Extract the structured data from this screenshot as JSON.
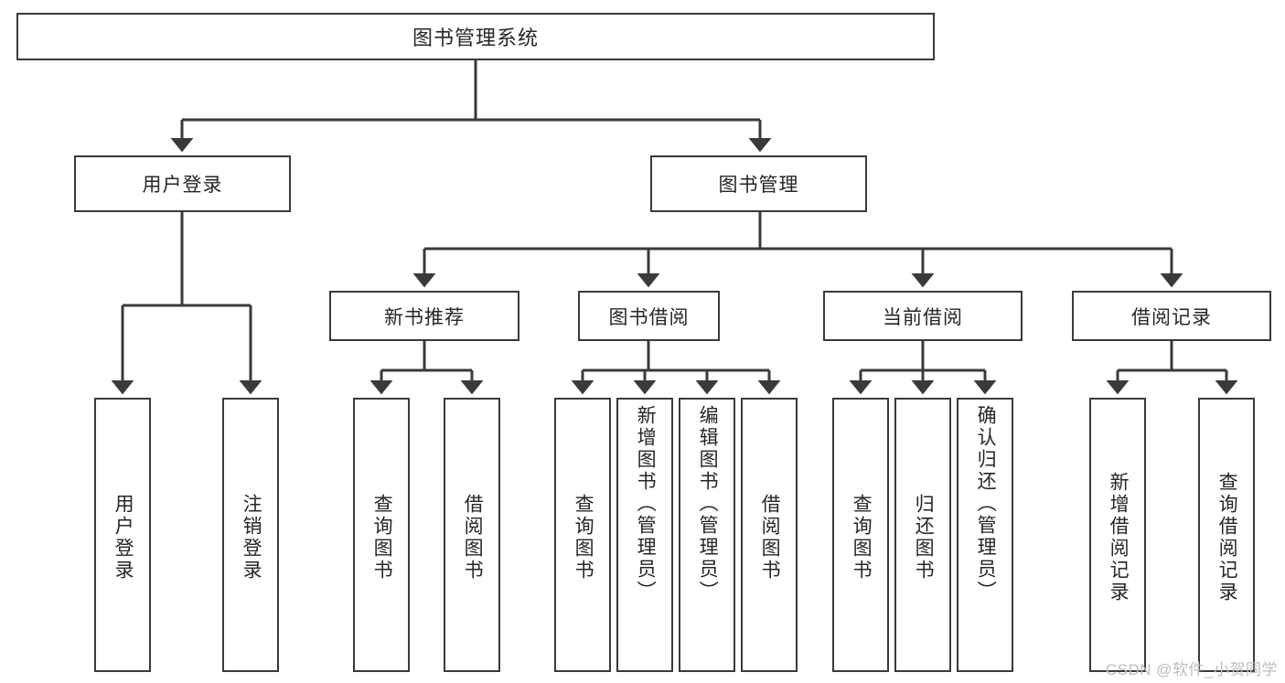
{
  "diagram": {
    "title": "图书管理系统",
    "type": "tree",
    "orientation": "top-down",
    "colors": {
      "background": "#ffffff",
      "node_fill": "#ffffff",
      "node_border": "#3a3a3a",
      "text": "#262626",
      "connector": "#3a3a3a",
      "watermark": "#bdbdbd"
    },
    "root": {
      "label": "图书管理系统"
    },
    "level2": [
      {
        "label": "用户登录"
      },
      {
        "label": "图书管理"
      }
    ],
    "level3": [
      {
        "label": "新书推荐"
      },
      {
        "label": "图书借阅"
      },
      {
        "label": "当前借阅"
      },
      {
        "label": "借阅记录"
      }
    ],
    "leaves": {
      "user_login": [
        {
          "label": "用户登录"
        },
        {
          "label": "注销登录"
        }
      ],
      "new_book_recommend": [
        {
          "label": "查询图书"
        },
        {
          "label": "借阅图书"
        }
      ],
      "book_borrow": [
        {
          "label": "查询图书"
        },
        {
          "label": "新增图书（管理员）"
        },
        {
          "label": "编辑图书（管理员）"
        },
        {
          "label": "借阅图书"
        }
      ],
      "current_borrow": [
        {
          "label": "查询图书"
        },
        {
          "label": "归还图书"
        },
        {
          "label": "确认归还（管理员）"
        }
      ],
      "borrow_record": [
        {
          "label": "新增借阅记录"
        },
        {
          "label": "查询借阅记录"
        }
      ]
    }
  },
  "watermark": {
    "text": "CSDN @软件_小贺同学"
  }
}
